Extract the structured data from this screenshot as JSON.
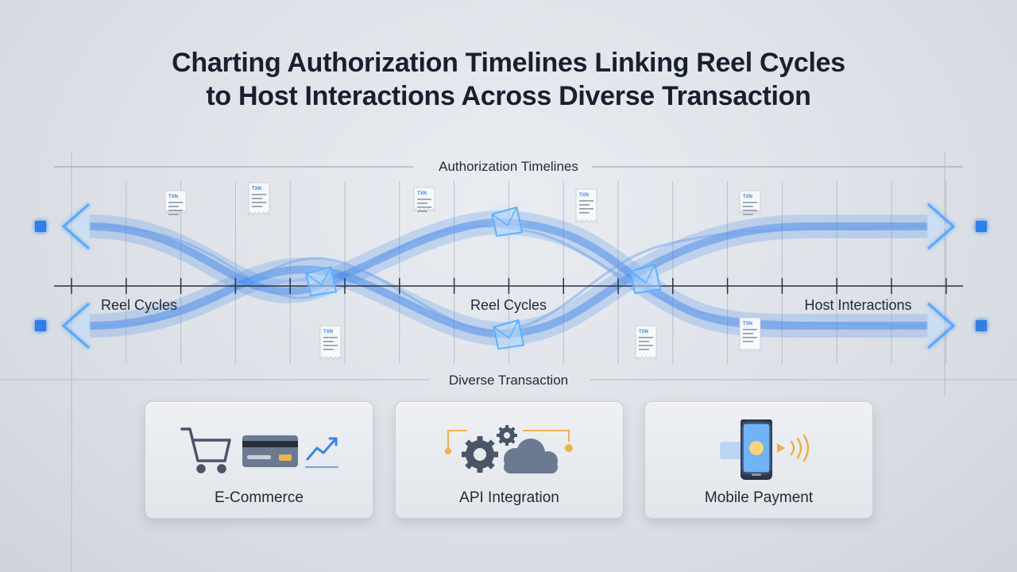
{
  "title": {
    "line1": "Charting Authorization Timelines Linking Reel Cycles",
    "line2": "to Host Interactions Across Diverse Transaction"
  },
  "diagram": {
    "top_label": "Authorization Timelines",
    "bottom_label": "Diverse Transaction",
    "axis_labels": {
      "left": "Reel Cycles",
      "center": "Reel Cycles",
      "right": "Host Interactions"
    },
    "receipt_text": "TXN"
  },
  "cards": [
    {
      "label": "E-Commerce",
      "icons": [
        "shopping-cart-icon",
        "credit-card-icon",
        "trend-up-icon"
      ]
    },
    {
      "label": "API Integration",
      "icons": [
        "gears-icon",
        "cloud-icon"
      ]
    },
    {
      "label": "Mobile Payment",
      "icons": [
        "smartphone-icon",
        "contactless-icon"
      ]
    }
  ],
  "colors": {
    "stream": "#3b82e6",
    "stream_light": "#7fb4f5",
    "glow": "#4fa3ff",
    "accent_orange": "#f0b04a",
    "card_icon": "#4a5568"
  }
}
